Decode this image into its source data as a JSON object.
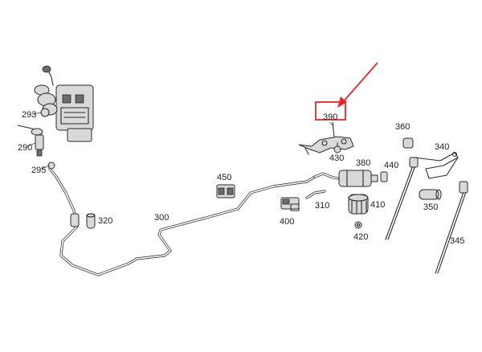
{
  "colors": {
    "highlight": "#e8262b",
    "line": "#2a2a2a",
    "text": "#222222"
  },
  "callouts": [
    {
      "id": "c293",
      "text": "293"
    },
    {
      "id": "c290",
      "text": "290"
    },
    {
      "id": "c295",
      "text": "295"
    },
    {
      "id": "c320",
      "text": "320"
    },
    {
      "id": "c300",
      "text": "300"
    },
    {
      "id": "c450",
      "text": "450"
    },
    {
      "id": "c390",
      "text": "390"
    },
    {
      "id": "c430",
      "text": "430"
    },
    {
      "id": "c380",
      "text": "380"
    },
    {
      "id": "c440",
      "text": "440"
    },
    {
      "id": "c360",
      "text": "360"
    },
    {
      "id": "c340",
      "text": "340"
    },
    {
      "id": "c410",
      "text": "410"
    },
    {
      "id": "c310",
      "text": "310"
    },
    {
      "id": "c400",
      "text": "400"
    },
    {
      "id": "c420",
      "text": "420"
    },
    {
      "id": "c350",
      "text": "350"
    },
    {
      "id": "c345",
      "text": "345"
    }
  ],
  "highlighted_callout": "390"
}
